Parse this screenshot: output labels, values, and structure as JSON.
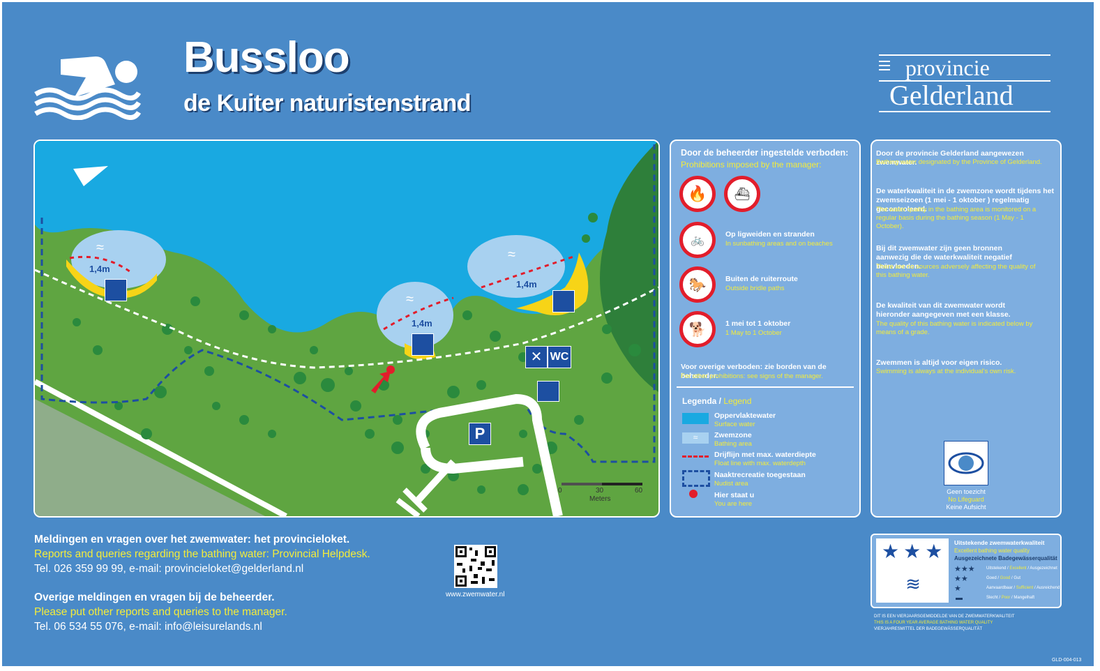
{
  "header": {
    "title": "Bussloo",
    "subtitle": "de Kuiter naturistenstrand",
    "logo_line1": "provincie",
    "logo_line2": "Gelderland"
  },
  "map": {
    "depth_labels": [
      "1,4m",
      "1,4m",
      "1,4m"
    ],
    "wc_label": "WC",
    "parking_label": "P",
    "scale_ticks": [
      "0",
      "30",
      "60"
    ],
    "scale_unit": "Meters"
  },
  "prohibitions": {
    "heading": "Door de beheerder ingestelde verboden:",
    "heading_en": "Prohibitions imposed by the manager:",
    "items": [
      {
        "nl": "Op ligweiden en stranden",
        "en": "In sunbathing areas and on beaches"
      },
      {
        "nl": "Buiten de ruiterroute",
        "en": "Outside bridle paths"
      },
      {
        "nl": "1 mei tot 1 oktober",
        "en": "1 May to 1 October"
      }
    ],
    "other_nl": "Voor overige verboden: zie borden van de beheerder.",
    "other_en": "For other prohibitions: see signs of the manager."
  },
  "legend": {
    "title_nl": "Legenda /",
    "title_en": "Legend",
    "items": [
      {
        "nl": "Oppervlaktewater",
        "en": "Surface water"
      },
      {
        "nl": "Zwemzone",
        "en": "Bathing area"
      },
      {
        "nl": "Drijflijn met max. waterdiepte",
        "en": "Float line with  max. waterdepth"
      },
      {
        "nl": "Naaktrecreatie toegestaan",
        "en": "Nudist area"
      },
      {
        "nl": "Hier staat u",
        "en": "You are here"
      }
    ]
  },
  "info": {
    "blocks": [
      {
        "nl": "Door de provincie Gelderland aangewezen zwemwater.",
        "en": "Bathing water designated by the Province of Gelderland."
      },
      {
        "nl": "De waterkwaliteit in de zwemzone wordt tijdens het zwemseizoen (1 mei - 1 oktober ) regelmatig gecontroleerd.",
        "en": "The water quality in the bathing area is monitored on a regular basis during the bathing season (1 May - 1 October)."
      },
      {
        "nl": "Bij dit zwemwater zijn geen bronnen aanwezig die de waterkwaliteit negatief beïnvloeden.",
        "en": "There are no sources adversely affecting the quality of this bathing water."
      },
      {
        "nl": "De kwaliteit van dit zwemwater wordt hieronder aangegeven met een klasse.",
        "en": "The quality of this bathing water is indicated below by means of a grade."
      },
      {
        "nl": "Zwemmen is altijd voor eigen risico.",
        "en": "Swimming is always at the individual's own risk."
      }
    ],
    "no_lifeguard_nl": "Geen toezicht",
    "no_lifeguard_en": "No Lifeguard",
    "no_lifeguard_de": "Keine Aufsicht"
  },
  "quality": {
    "stars": 3,
    "title_nl": "Uitstekende zwemwaterkwaliteit",
    "title_en": "Excellent bathing water quality",
    "title_de": "Ausgezeichnete Badegewässerqualität",
    "grades": [
      {
        "nl": "Uitstekend",
        "en": "Excellent",
        "de": "Ausgezeichnet"
      },
      {
        "nl": "Goed",
        "en": "Good",
        "de": "Gut"
      },
      {
        "nl": "Aanvaardbaar",
        "en": "Sufficient",
        "de": "Ausreichend"
      },
      {
        "nl": "Slecht",
        "en": "Poor",
        "de": "Mangelhaft"
      }
    ],
    "footnote_nl": "DIT IS EEN VIERJAARSGEMIDDELDE VAN DE ZWEMWATERKWALITEIT",
    "footnote_en": "THIS IS A FOUR YEAR AVERAGE BATHING WATER QUALITY",
    "footnote_de": "VIERJAHRESMITTEL DER BADEGEWÄSSERQUALITÄT"
  },
  "contact": {
    "line1_nl": "Meldingen en vragen over het zwemwater: het provincieloket.",
    "line1_en": "Reports and queries regarding the bathing water: Provincial Helpdesk.",
    "line1_tel": "Tel. 026 359 99 99, e-mail: provincieloket@gelderland.nl",
    "line2_nl": "Overige meldingen en vragen bij de beheerder.",
    "line2_en": "Please put other reports and queries to the manager.",
    "line2_tel": "Tel. 06 534 55 076,  e-mail: info@leisurelands.nl",
    "website": "www.zwemwater.nl"
  },
  "code": "GLD-004-013",
  "colors": {
    "sign_blue": "#4a8ac8",
    "panel_blue": "#7eaee0",
    "accent_yellow": "#f4ec3a",
    "prohibition_red": "#e21d2b",
    "water": "#19a9e1",
    "land": "#5fa541",
    "beach": "#f7d417"
  }
}
